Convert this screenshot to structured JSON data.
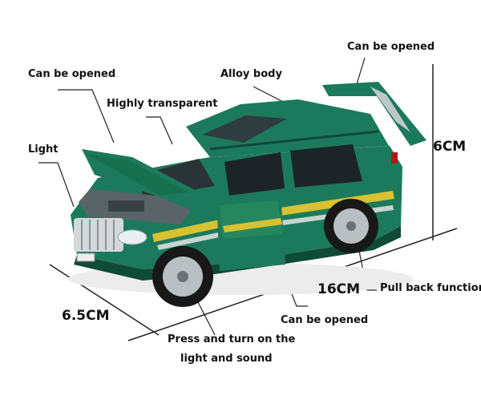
{
  "colors": {
    "body": "#1c7a5c",
    "body_dark": "#0f4a36",
    "stripe": "#d8c232",
    "line": "#222222"
  },
  "labels": {
    "hood_open": "Can be opened",
    "alloy_body": "Alloy body",
    "rear_hatch_open": "Can be opened",
    "highly_transparent": "Highly transparent",
    "light": "Light",
    "height": "6CM",
    "length": "16CM",
    "pull_back": "Pull back function",
    "width": "6.5CM",
    "door_open": "Can be opened",
    "press_turn_line1": "Press and turn on the",
    "press_turn_line2": "light and sound"
  },
  "icons": {
    "car": "toy-suv-icon"
  }
}
